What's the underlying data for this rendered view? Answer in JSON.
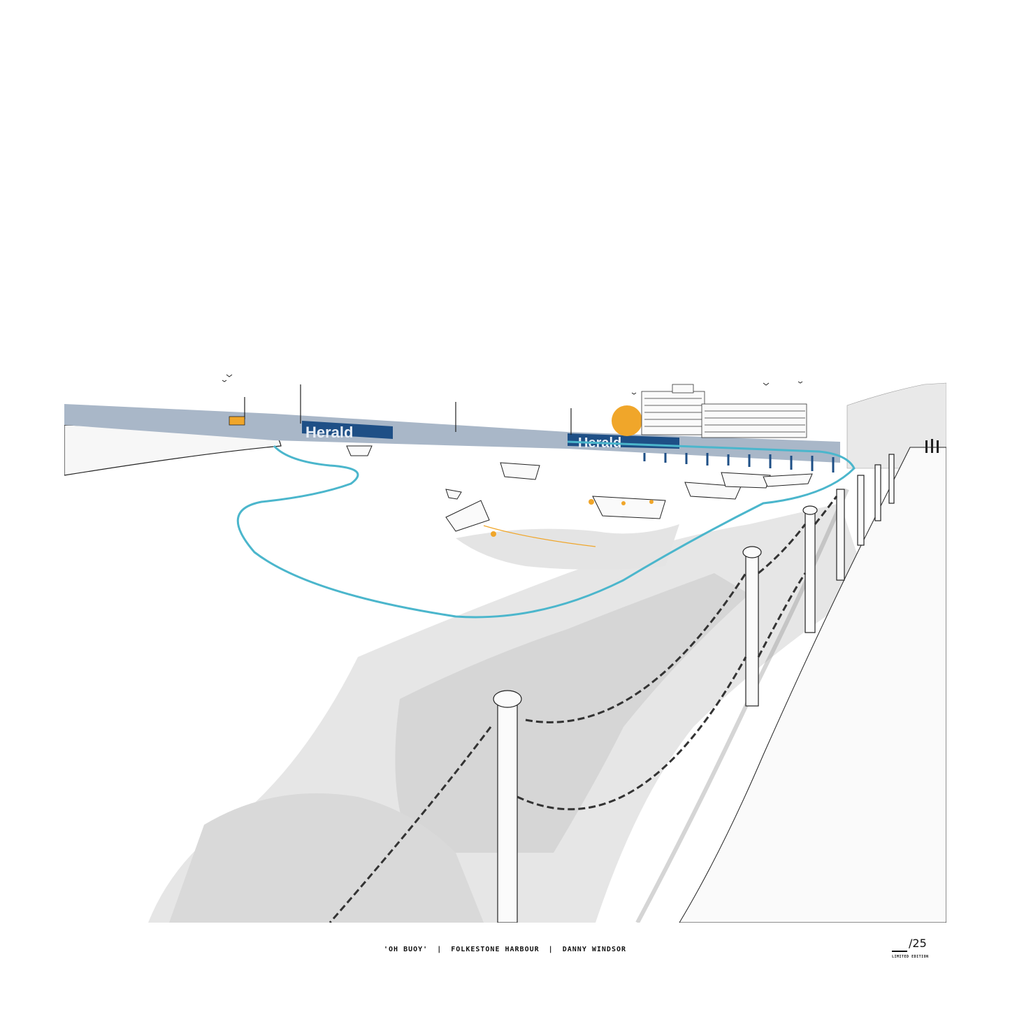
{
  "caption": {
    "title": "'OH BUOY'",
    "location": "FOLKESTONE HARBOUR",
    "artist": "DANNY WINDSOR",
    "separator": "|"
  },
  "edition": {
    "total": "/25",
    "label": "LIMITED EDITION"
  },
  "artwork": {
    "pier_text": "Herald",
    "colors": {
      "water_line": "#4bb6cc",
      "accent": "#f0a62a",
      "newsprint": "#1e4f86",
      "ink": "#222222",
      "grey": "#cfcfcf"
    }
  }
}
